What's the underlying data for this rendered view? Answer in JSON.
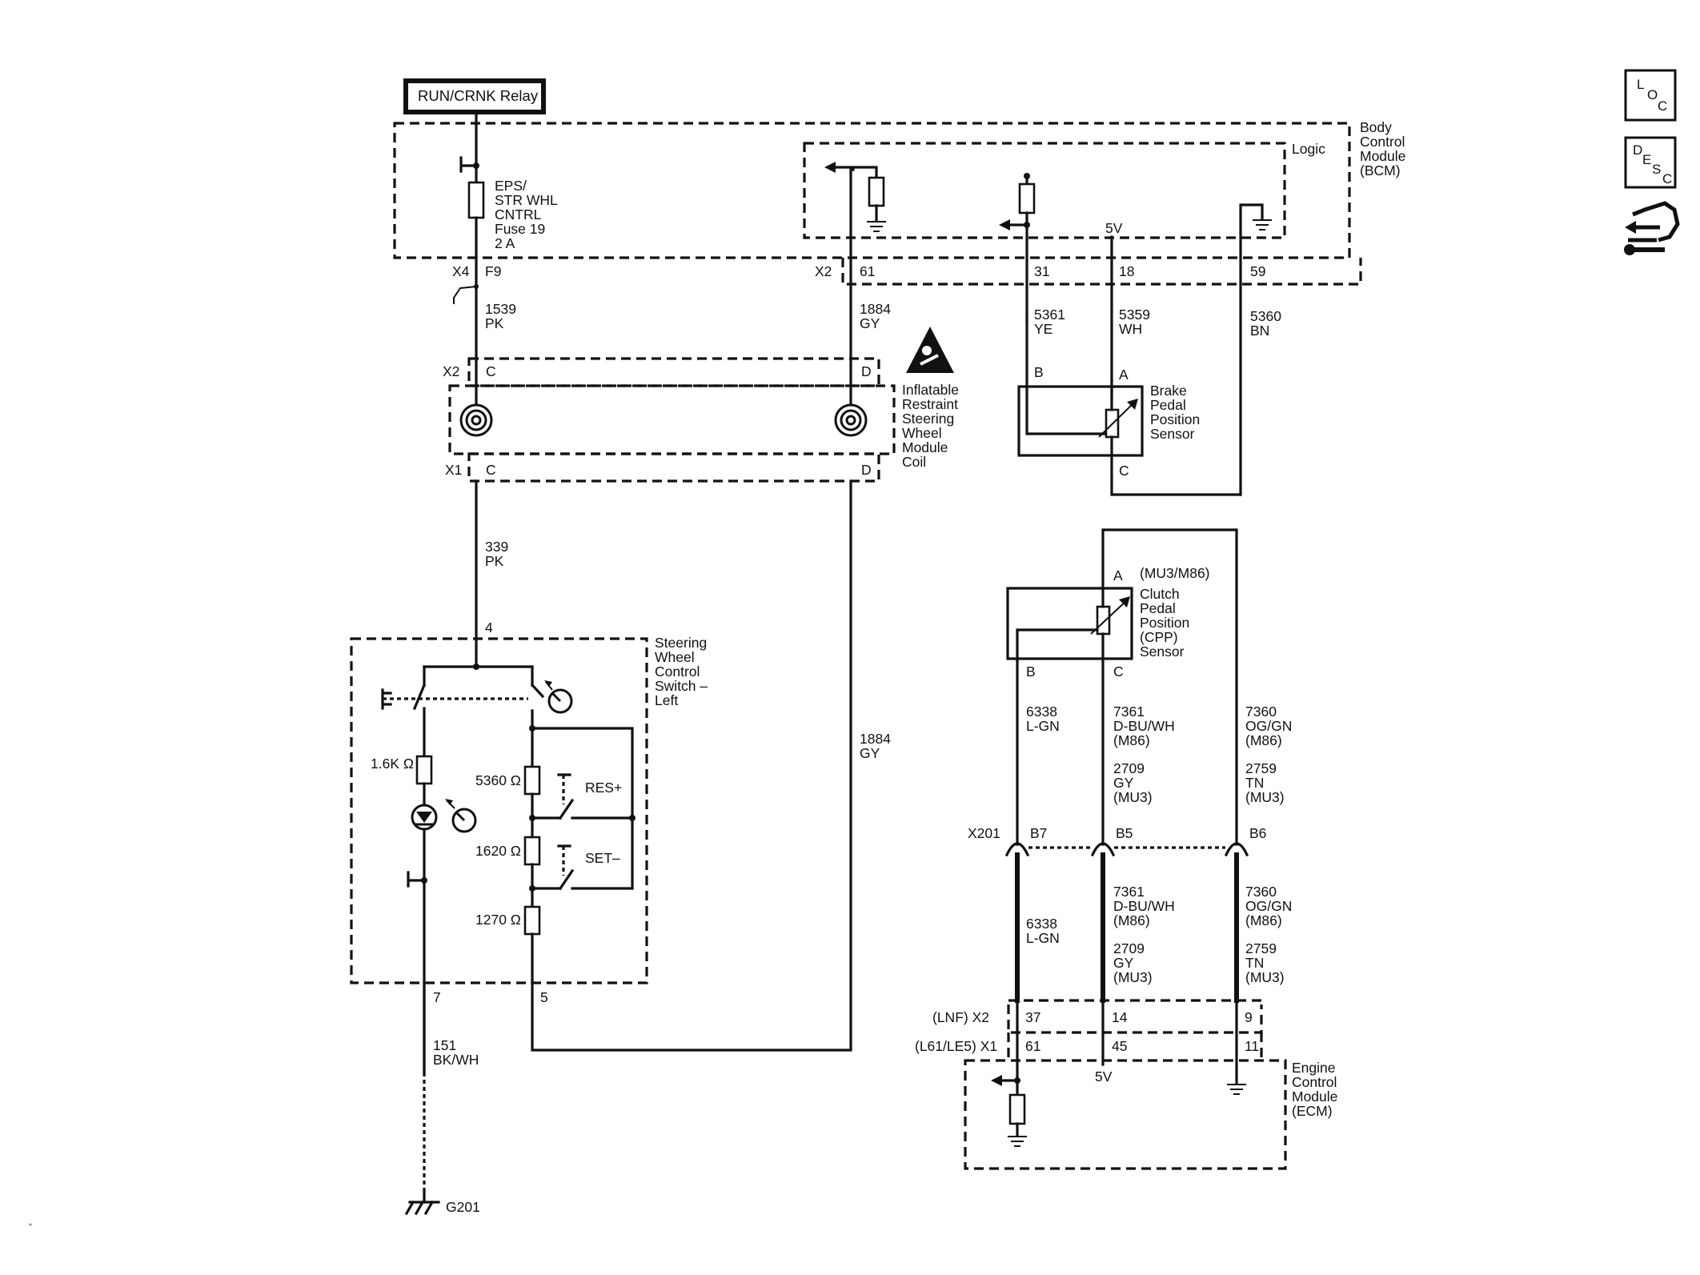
{
  "relay": {
    "label": "RUN/CRNK Relay"
  },
  "bcm": {
    "name": [
      "Body",
      "Control",
      "Module",
      "(BCM)"
    ],
    "logic": "Logic",
    "fuse": [
      "EPS/",
      "STR WHL",
      "CNTRL",
      "Fuse 19",
      "2 A"
    ],
    "x4": "X4",
    "f9": "F9",
    "x2": "X2",
    "pins": {
      "p61": "61",
      "p31": "31",
      "p18": "18",
      "p59": "59"
    },
    "vref": "5V"
  },
  "wires": {
    "w1539": [
      "1539",
      "PK"
    ],
    "w1884a": [
      "1884",
      "GY"
    ],
    "w5361": [
      "5361",
      "YE"
    ],
    "w5359": [
      "5359",
      "WH"
    ],
    "w5360": [
      "5360",
      "BN"
    ],
    "w339": [
      "339",
      "PK"
    ],
    "w1884b": [
      "1884",
      "GY"
    ],
    "w151": [
      "151",
      "BK/WH"
    ],
    "w6338a": [
      "6338",
      "L-GN"
    ],
    "w7361a": [
      "7361",
      "D-BU/WH",
      "(M86)"
    ],
    "w2709a": [
      "2709",
      "GY",
      "(MU3)"
    ],
    "w7360a": [
      "7360",
      "OG/GN",
      "(M86)"
    ],
    "w2759a": [
      "2759",
      "TN",
      "(MU3)"
    ],
    "w6338b": [
      "6338",
      "L-GN"
    ],
    "w7361b": [
      "7361",
      "D-BU/WH",
      "(M86)"
    ],
    "w2709b": [
      "2709",
      "GY",
      "(MU3)"
    ],
    "w7360b": [
      "7360",
      "OG/GN",
      "(M86)"
    ],
    "w2759b": [
      "2759",
      "TN",
      "(MU3)"
    ]
  },
  "coil": {
    "x2": "X2",
    "x1": "X1",
    "c": "C",
    "d": "D",
    "name": [
      "Inflatable",
      "Restraint",
      "Steering",
      "Wheel",
      "Module",
      "Coil"
    ]
  },
  "brake_sensor": {
    "b": "B",
    "a": "A",
    "c": "C",
    "name": [
      "Brake",
      "Pedal",
      "Position",
      "Sensor"
    ]
  },
  "cpp_sensor": {
    "a": "A",
    "b": "B",
    "c": "C",
    "name": [
      "(MU3/M86)",
      "Clutch",
      "Pedal",
      "Position",
      "(CPP)",
      "Sensor"
    ]
  },
  "switch": {
    "name": [
      "Steering",
      "Wheel",
      "Control",
      "Switch –",
      "Left"
    ],
    "pin4": "4",
    "pin7": "7",
    "pin5": "5",
    "r_led": "1.6K Ω",
    "r1": "5360 Ω",
    "r2": "1620 Ω",
    "r3": "1270 Ω",
    "res": "RES+",
    "set": "SET–"
  },
  "x201": {
    "label": "X201",
    "b7": "B7",
    "b5": "B5",
    "b6": "B6"
  },
  "ecm": {
    "lnf_x2": "(LNF) X2",
    "l61_x1": "(L61/LE5) X1",
    "x2_pins": [
      "37",
      "14",
      "9"
    ],
    "x1_pins": [
      "61",
      "45",
      "11"
    ],
    "vref": "5V",
    "name": [
      "Engine",
      "Control",
      "Module",
      "(ECM)"
    ]
  },
  "ground": {
    "label": "G201"
  },
  "nav": {
    "loc": [
      "L",
      "O",
      "C"
    ],
    "desc": [
      "D",
      "E",
      "S",
      "C"
    ]
  }
}
